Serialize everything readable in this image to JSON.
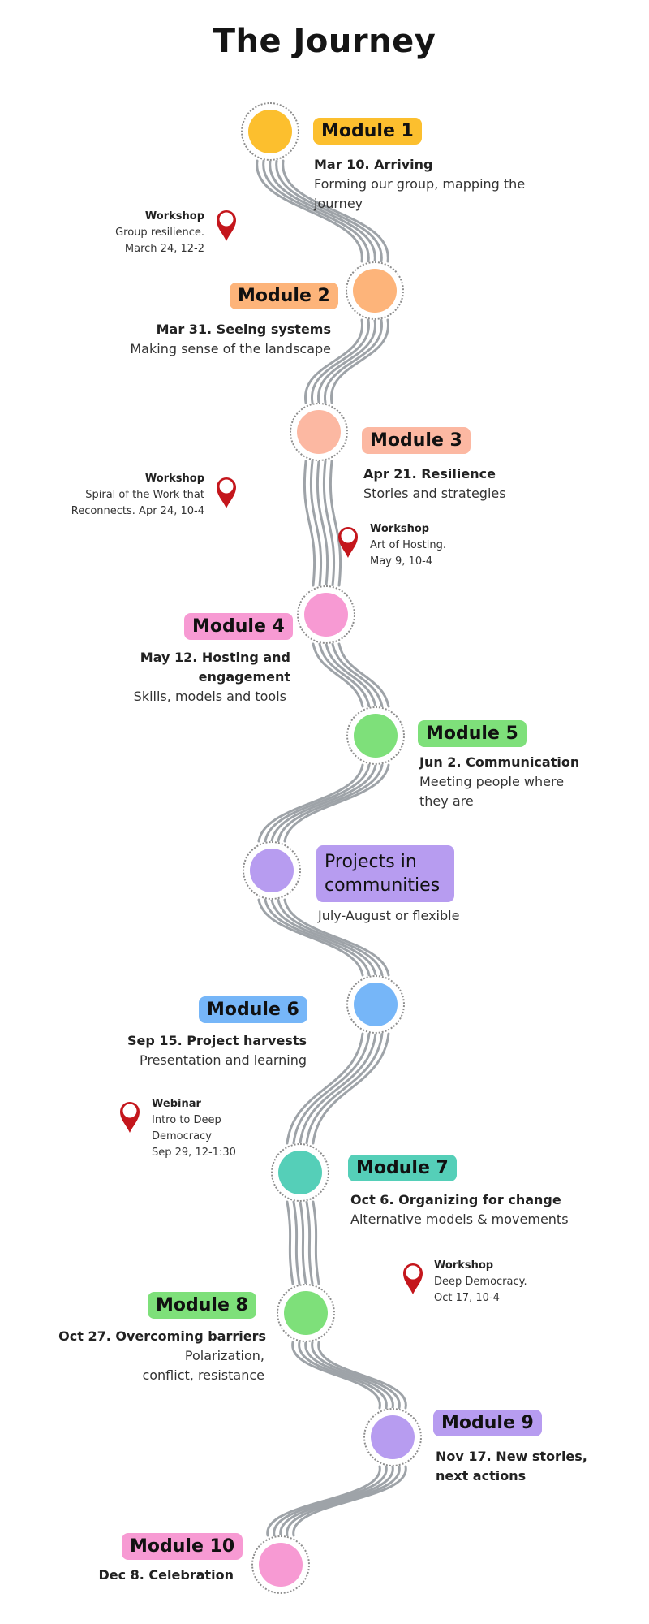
{
  "title": "The Journey",
  "colors": {
    "path": "#9ea3a8",
    "pin": "#c4161c",
    "yellow": "#fcbf2e",
    "orange": "#fdb47a",
    "salmon": "#fcb8a2",
    "pink": "#f79ad3",
    "green": "#7ee07a",
    "purple": "#b79cf0",
    "blue": "#76b6f8",
    "teal": "#55cfb8"
  },
  "modules": [
    {
      "label": "Module 1",
      "date": "Mar 10. Arriving",
      "desc": "Forming our group, mapping the journey",
      "color": "#fcbf2e"
    },
    {
      "label": "Module 2",
      "date": "Mar 31. Seeing systems",
      "desc": "Making sense of the landscape",
      "color": "#fdb47a"
    },
    {
      "label": "Module 3",
      "date": "Apr 21. Resilience",
      "desc": "Stories and strategies",
      "color": "#fcb8a2"
    },
    {
      "label": "Module 4",
      "date": "May 12. Hosting and engagement",
      "desc": "Skills, models and tools",
      "color": "#f79ad3"
    },
    {
      "label": "Module 5",
      "date": "Jun 2. Communication",
      "desc": "Meeting people where they are",
      "color": "#7ee07a"
    },
    {
      "label": "Projects in communities",
      "date": "",
      "desc": "July-August or flexible",
      "color": "#b79cf0"
    },
    {
      "label": "Module 6",
      "date": "Sep 15. Project harvests",
      "desc": "Presentation and learning",
      "color": "#76b6f8"
    },
    {
      "label": "Module 7",
      "date": "Oct 6. Organizing for change",
      "desc": "Alternative models & movements",
      "color": "#55cfb8"
    },
    {
      "label": "Module 8",
      "date": "Oct 27. Overcoming barriers",
      "desc": "Polarization, conflict, resistance",
      "color": "#7ee07a"
    },
    {
      "label": "Module 9",
      "date": "Nov 17. New stories, next actions",
      "desc": "",
      "color": "#b79cf0"
    },
    {
      "label": "Module 10",
      "date": "Dec 8. Celebration",
      "desc": "",
      "color": "#f79ad3"
    }
  ],
  "events": [
    {
      "type": "Workshop",
      "line1": "Group resilience.",
      "line2": "March 24, 12-2",
      "line3": ""
    },
    {
      "type": "Workshop",
      "line1": "Spiral of the Work that",
      "line2": "Reconnects. Apr 24, 10-4",
      "line3": ""
    },
    {
      "type": "Workshop",
      "line1": "Art of Hosting.",
      "line2": "May 9, 10-4",
      "line3": ""
    },
    {
      "type": "Webinar",
      "line1": "Intro to Deep",
      "line2": "Democracy",
      "line3": "Sep 29, 12-1:30"
    },
    {
      "type": "Workshop",
      "line1": "Deep Democracy.",
      "line2": "Oct 17, 10-4",
      "line3": ""
    }
  ]
}
